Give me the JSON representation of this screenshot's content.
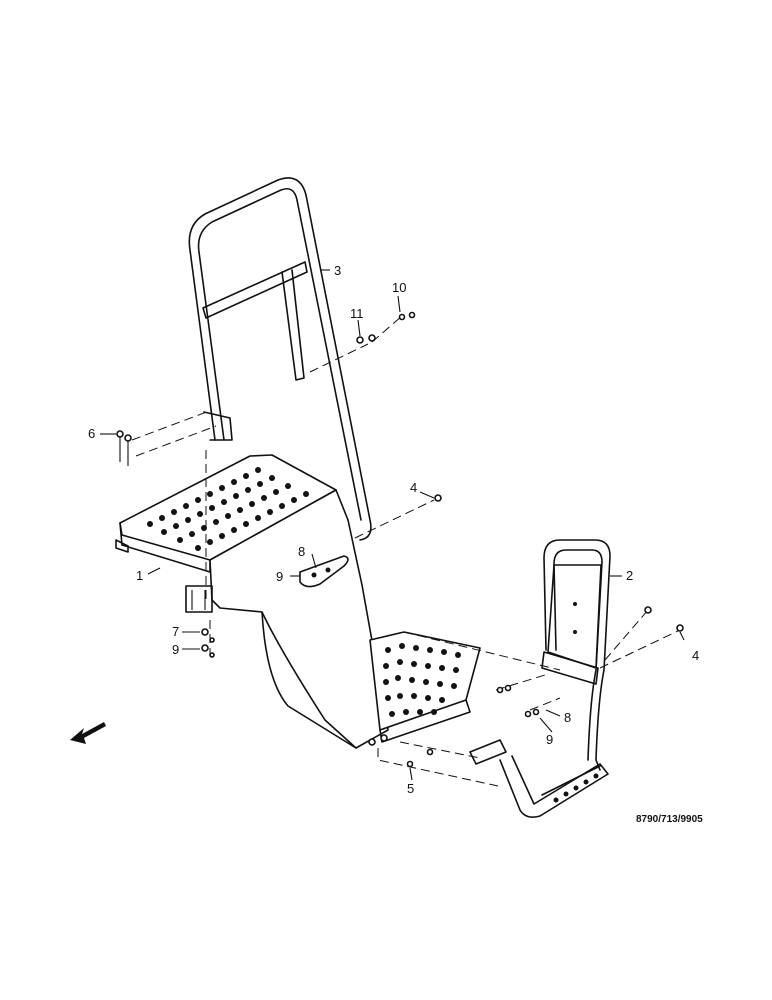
{
  "drawing_number": "8790/713/9905",
  "callouts": [
    {
      "id": "c1",
      "text": "1"
    },
    {
      "id": "c2",
      "text": "2"
    },
    {
      "id": "c3",
      "text": "3"
    },
    {
      "id": "c4a",
      "text": "4"
    },
    {
      "id": "c4b",
      "text": "4"
    },
    {
      "id": "c5",
      "text": "5"
    },
    {
      "id": "c6",
      "text": "6"
    },
    {
      "id": "c7",
      "text": "7"
    },
    {
      "id": "c8a",
      "text": "8"
    },
    {
      "id": "c8b",
      "text": "8"
    },
    {
      "id": "c9a",
      "text": "9"
    },
    {
      "id": "c9b",
      "text": "9"
    },
    {
      "id": "c9c",
      "text": "9"
    },
    {
      "id": "c10",
      "text": "10"
    },
    {
      "id": "c11",
      "text": "11"
    }
  ]
}
